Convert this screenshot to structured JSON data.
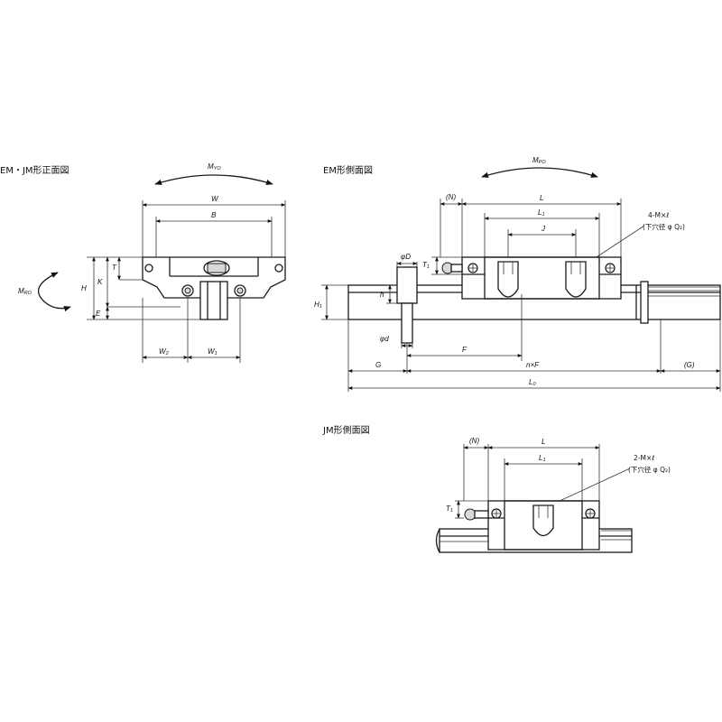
{
  "views": {
    "front_title": "EM・JM形正面図",
    "em_side_title": "EM形側面図",
    "jm_side_title": "JM形側面図"
  },
  "front": {
    "W": "W",
    "B": "B",
    "M": "M",
    "M_sub": "YO",
    "T": "T",
    "K": "K",
    "H": "H",
    "E": "E",
    "W2": "W",
    "W2_sub": "2",
    "W1": "W",
    "W1_sub": "1"
  },
  "em_side": {
    "M": "M",
    "M_sub": "PO",
    "N": "(N)",
    "L": "L",
    "L1": "L",
    "L1_sub": "1",
    "J": "J",
    "tap_main": "4-M×ℓ",
    "tap_sub": "(下穴径 φ Q₂)",
    "T1": "T",
    "T1_sub": "1",
    "D": "φD",
    "h": "h",
    "H1": "H",
    "H1_sub": "1",
    "d": "φd",
    "F": "F",
    "G": "G",
    "nF": "n×F",
    "G_paren": "(G)",
    "L0": "L",
    "L0_sub": "0"
  },
  "jm_side": {
    "N": "(N)",
    "L": "L",
    "L1": "L",
    "L1_sub": "1",
    "tap_main": "2-M×ℓ",
    "tap_sub": "(下穴径 φ Q₂)",
    "T1": "T",
    "T1_sub": "1"
  }
}
